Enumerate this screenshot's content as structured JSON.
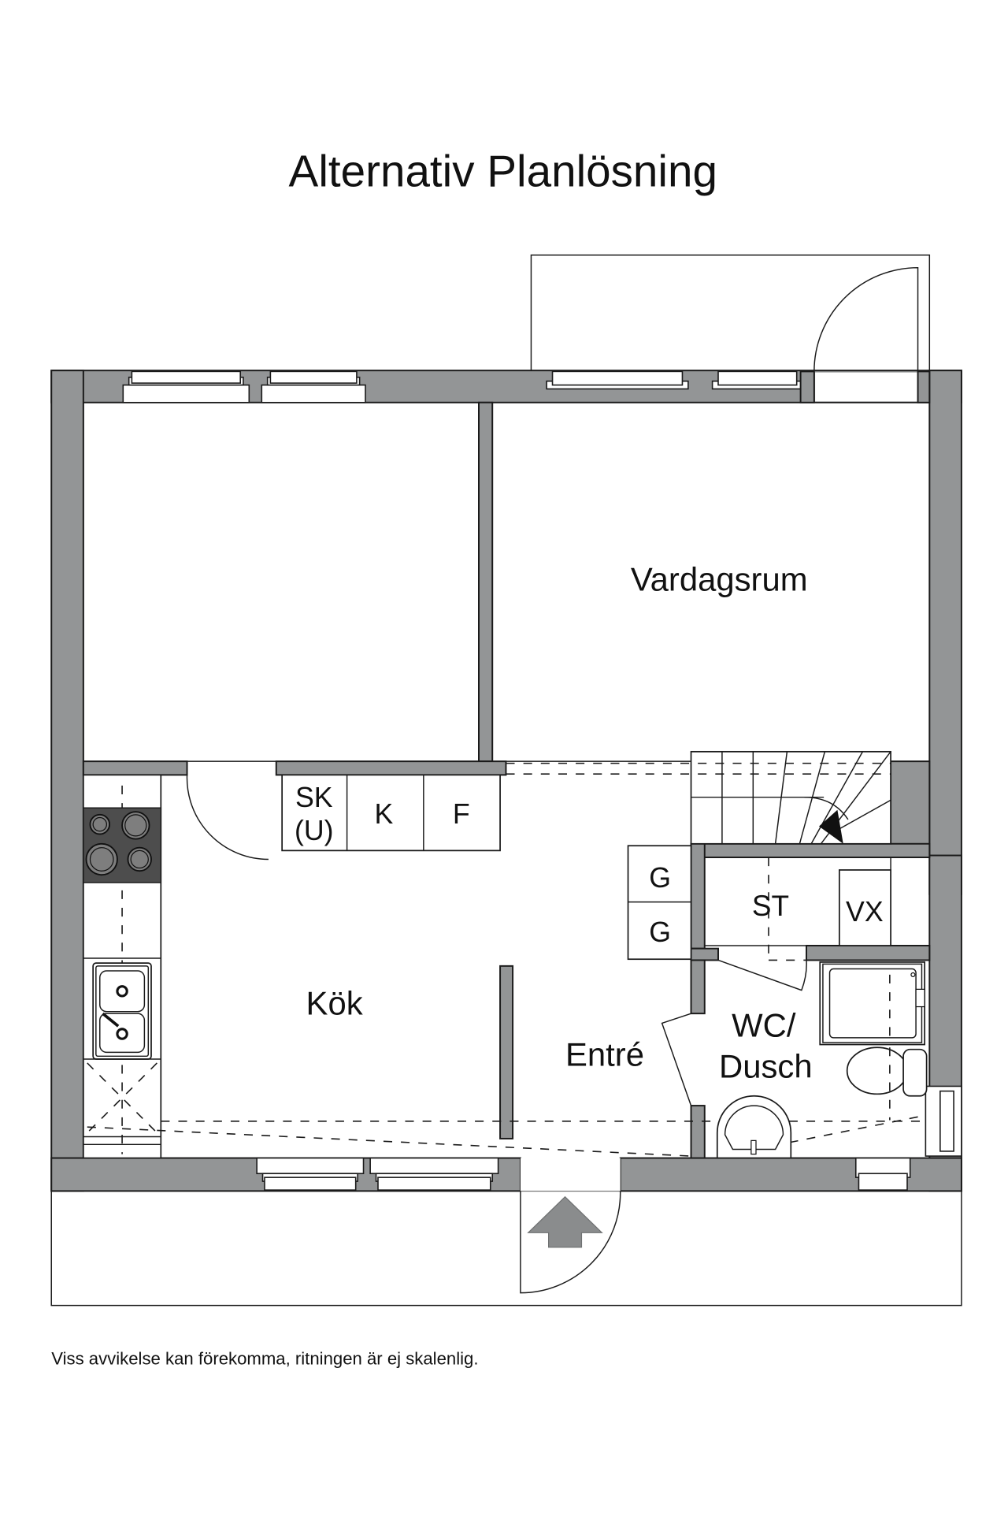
{
  "title": "Alternativ Planlösning",
  "disclaimer": "Viss avvikelse kan förekomma, ritningen är ej skalenlig.",
  "colors": {
    "wall": "#939596",
    "stove": "#4d4d4d",
    "arrow": "#8a8c8d",
    "line": "#1a1a1a"
  },
  "rooms": {
    "living_room": "Vardagsrum",
    "kitchen": "Kök",
    "entrance": "Entré",
    "bathroom_line1": "WC/",
    "bathroom_line2": "Dusch",
    "storage": "ST"
  },
  "fixtures": {
    "cabinet_1_line1": "SK",
    "cabinet_1_line2": "(U)",
    "cabinet_2": "K",
    "cabinet_3": "F",
    "wardrobe_1": "G",
    "wardrobe_2": "G",
    "water_heater": "VX"
  },
  "icons": {
    "entrance_arrow": "arrow-up-icon",
    "stair_direction": "arrow-down-icon",
    "stove": "stove-icon",
    "sink": "sink-icon",
    "toilet": "toilet-icon",
    "washbasin": "washbasin-icon",
    "shower": "shower-icon"
  }
}
